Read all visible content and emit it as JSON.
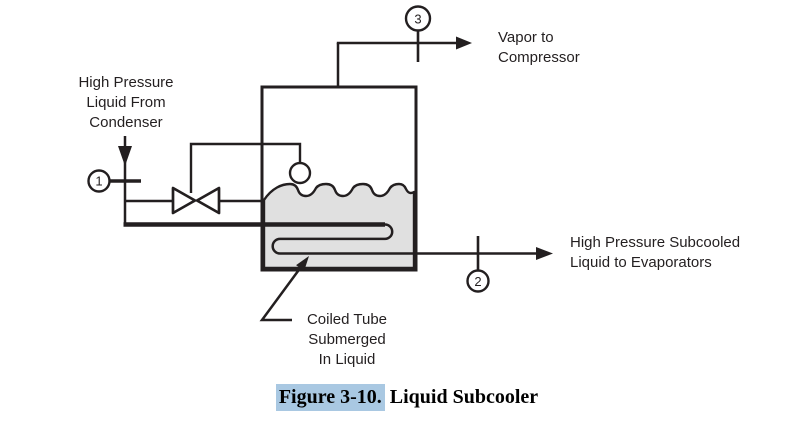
{
  "diagram": {
    "labels": {
      "condenser_inlet": "High Pressure\nLiquid From\nCondenser",
      "vapor_outlet": "Vapor to\nCompressor",
      "subcooled_outlet": "High Pressure Subcooled\nLiquid to Evaporators",
      "coil_annotation": "Coiled Tube\nSubmerged\nIn Liquid"
    },
    "points": [
      {
        "id": "point-1",
        "label": "1"
      },
      {
        "id": "point-2",
        "label": "2"
      },
      {
        "id": "point-3",
        "label": "3"
      }
    ],
    "colors": {
      "line": "#231f20",
      "liquid_fill": "#e0e0e0",
      "caption_highlight": "#a9c8e2",
      "background": "#ffffff"
    }
  },
  "caption": {
    "figure_label": "Figure 3-10.",
    "title": " Liquid Subcooler"
  }
}
